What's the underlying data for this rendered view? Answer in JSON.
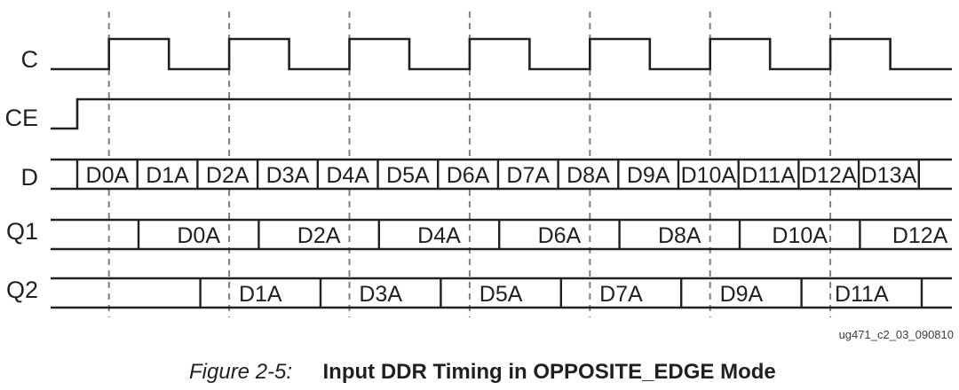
{
  "figure": {
    "watermark": "ug471_c2_03_090810",
    "caption": {
      "label": "Figure 2-5:",
      "title": "Input DDR Timing in OPPOSITE_EDGE Mode"
    }
  },
  "diagram": {
    "type": "timing-diagram",
    "clock_periods": 7,
    "colors": {
      "line": "#231f20",
      "guide": "#808083",
      "text": "#231f20"
    },
    "signals": [
      {
        "name": "C",
        "kind": "clock"
      },
      {
        "name": "CE",
        "kind": "level"
      },
      {
        "name": "D",
        "kind": "bus",
        "cells": [
          "D0A",
          "D1A",
          "D2A",
          "D3A",
          "D4A",
          "D5A",
          "D6A",
          "D7A",
          "D8A",
          "D9A",
          "D10A",
          "D11A",
          "D12A",
          "D13A"
        ]
      },
      {
        "name": "Q1",
        "kind": "bus",
        "cells": [
          "D0A",
          "D2A",
          "D4A",
          "D6A",
          "D8A",
          "D10A",
          "D12A"
        ]
      },
      {
        "name": "Q2",
        "kind": "bus",
        "cells": [
          "D1A",
          "D3A",
          "D5A",
          "D7A",
          "D9A",
          "D11A"
        ]
      }
    ]
  }
}
